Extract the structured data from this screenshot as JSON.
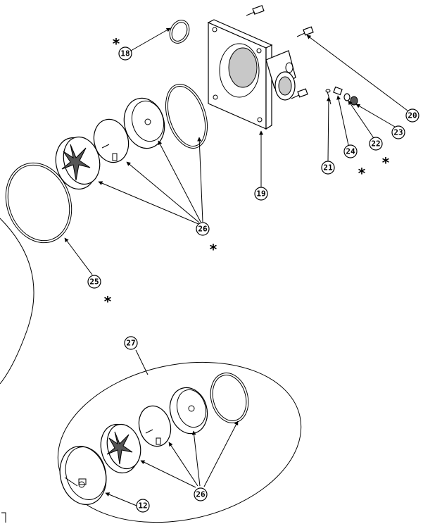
{
  "callouts": [
    {
      "id": "c18",
      "label": "18"
    },
    {
      "id": "c19",
      "label": "19"
    },
    {
      "id": "c20",
      "label": "20"
    },
    {
      "id": "c21",
      "label": "21"
    },
    {
      "id": "c22",
      "label": "22"
    },
    {
      "id": "c23",
      "label": "23"
    },
    {
      "id": "c24",
      "label": "24"
    },
    {
      "id": "c25",
      "label": "25"
    },
    {
      "id": "c26a",
      "label": "26"
    },
    {
      "id": "c26b",
      "label": "26"
    },
    {
      "id": "c27",
      "label": "27"
    },
    {
      "id": "c12",
      "label": "12"
    }
  ],
  "asterisk": "*"
}
